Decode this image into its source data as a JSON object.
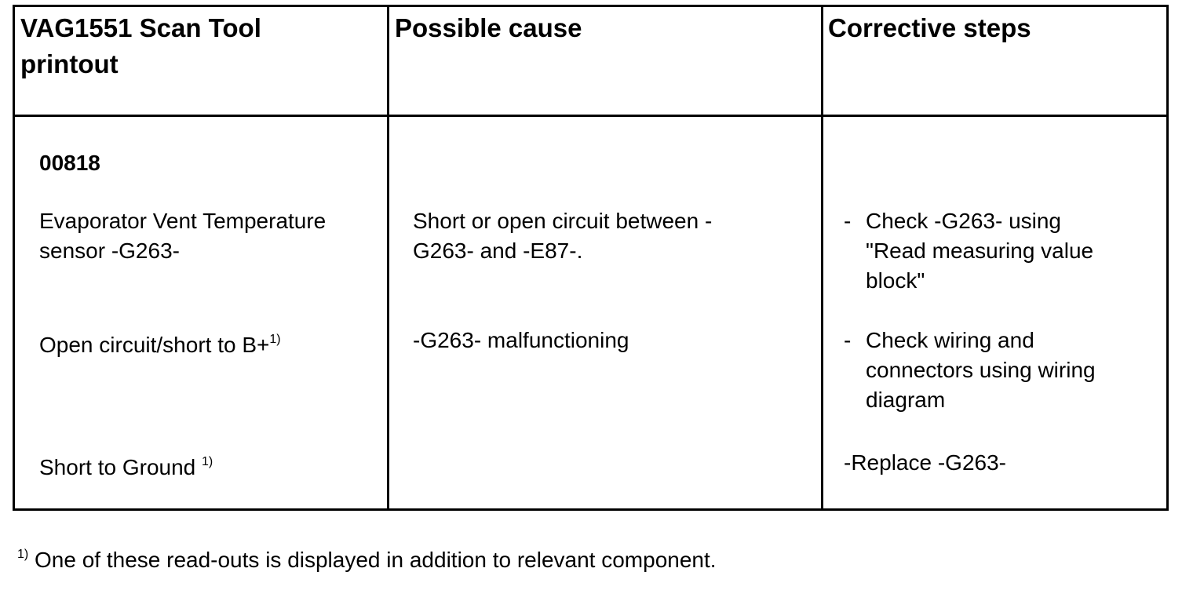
{
  "table": {
    "headers": {
      "col1_line1": "VAG1551 Scan Tool",
      "col1_line2": "printout",
      "col2": "Possible cause",
      "col3": "Corrective steps"
    },
    "fault_code": "00818",
    "component_line1": "Evaporator Vent Temperature",
    "component_line2": "sensor -G263-",
    "readout_1": "Open circuit/short to B+",
    "readout_2": "Short to Ground ",
    "footnote_marker": "1)",
    "causes": {
      "cause_1_line1": "Short or open circuit between -",
      "cause_1_line2": "G263- and -E87-.",
      "cause_2": "-G263- malfunctioning"
    },
    "steps": {
      "bullet": "-",
      "step_1_line1": "Check -G263- using",
      "step_1_line2": "\"Read measuring value",
      "step_1_line3": "block\"",
      "step_2_line1": "Check wiring and",
      "step_2_line2": "connectors using wiring",
      "step_2_line3": "diagram",
      "step_3": "-Replace -G263-"
    }
  },
  "footnote": {
    "marker": "1)",
    "text": " One of these read-outs is displayed in addition to relevant component."
  }
}
